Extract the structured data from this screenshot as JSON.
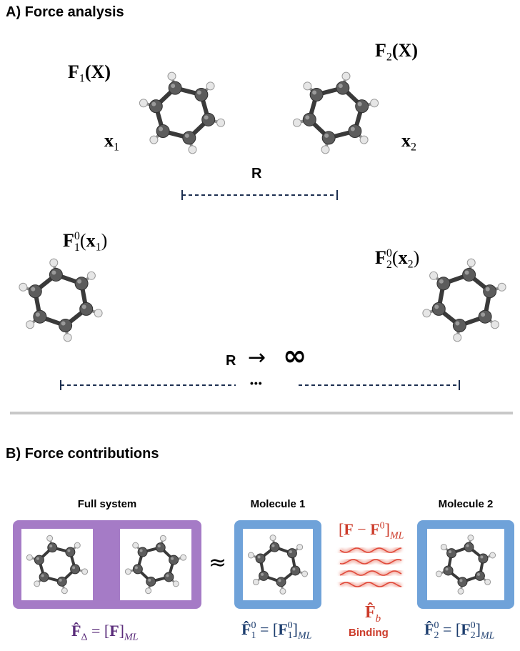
{
  "section_a": {
    "title": "A) Force analysis",
    "top": {
      "f1_label": "F",
      "f1_sub": "1",
      "f1_arg": "(X)",
      "f2_label": "F",
      "f2_sub": "2",
      "f2_arg": "(X)",
      "x1_label": "x",
      "x1_sub": "1",
      "x2_label": "x",
      "x2_sub": "2",
      "r_label": "R"
    },
    "bottom": {
      "f1_label": "F",
      "f1_sup": "0",
      "f1_sub": "1",
      "f1_arg_x": "x",
      "f1_arg_sub": "1",
      "f2_label": "F",
      "f2_sup": "0",
      "f2_sub": "2",
      "f2_arg_x": "x",
      "f2_arg_sub": "2",
      "r_label": "R",
      "arrow": "→",
      "infinity": "∞",
      "ellipsis": "•••"
    }
  },
  "section_b": {
    "title": "B) Force contributions",
    "full_system_title": "Full system",
    "molecule1_title": "Molecule 1",
    "molecule2_title": "Molecule 2",
    "approx_symbol": "≈",
    "binding_formula": {
      "open": "[",
      "f": "F",
      "minus": " − ",
      "f0": "F",
      "f0_sup": "0",
      "close": "]",
      "ml": "ML"
    },
    "fb_hat": "F̂",
    "fb_sub": "b",
    "binding_label": "Binding",
    "eq_full": {
      "hat": "F̂",
      "sub": "Δ",
      "eq": " = [",
      "f": "F",
      "close": "]",
      "ml": "ML"
    },
    "eq_mol1": {
      "hat": "F̂",
      "sup": "0",
      "sub": "1",
      "eq": " = [",
      "f": "F",
      "fsup": "0",
      "fsub": "1",
      "close": "]",
      "ml": "ML"
    },
    "eq_mol2": {
      "hat": "F̂",
      "sup": "0",
      "sub": "2",
      "eq": " = [",
      "f": "F",
      "fsup": "0",
      "fsub": "2",
      "close": "]",
      "ml": "ML"
    }
  },
  "colors": {
    "purple": "#a57bc6",
    "blue": "#6fa2d9",
    "dark_navy": "#1c3d6e",
    "red": "#cc3b2a",
    "purple_text": "#5a2c7a",
    "dashed_line": "#1c2f50"
  },
  "icons": [
    "benzene-molecule-icon",
    "wavy-lines-icon",
    "right-arrow-icon",
    "infinity-icon"
  ]
}
